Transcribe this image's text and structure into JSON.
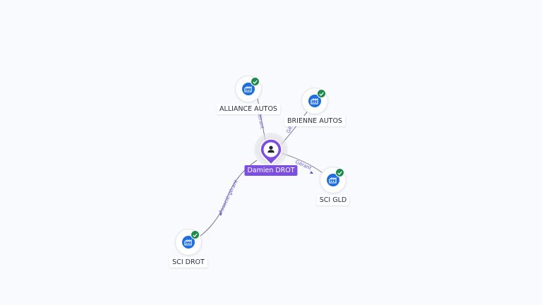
{
  "center": {
    "name": "Damien DROT",
    "icon": "person-icon"
  },
  "companies": [
    {
      "key": "alliance",
      "name": "ALLIANCE AUTOS",
      "icon": "building-icon",
      "verified": true
    },
    {
      "key": "brienne",
      "name": "BRIENNE AUTOS",
      "icon": "building-icon",
      "verified": true
    },
    {
      "key": "scigld",
      "name": "SCI GLD",
      "icon": "building-icon",
      "verified": true
    },
    {
      "key": "scidrot",
      "name": "SCI DROT",
      "icon": "building-icon",
      "verified": true
    }
  ],
  "relations": [
    {
      "from": "Damien DROT",
      "to": "ALLIANCE AUTOS",
      "label": "Gérant"
    },
    {
      "from": "Damien DROT",
      "to": "BRIENNE AUTOS",
      "label": "Gérant"
    },
    {
      "from": "Damien DROT",
      "to": "SCI GLD",
      "label": "Gérant"
    },
    {
      "from": "Damien DROT",
      "to": "SCI DROT",
      "label": "Associé-gérant"
    }
  ],
  "colors": {
    "person": "#7b4fe0",
    "company": "#1f6fde",
    "verified": "#1e8a4c",
    "edge": "#6f6f86",
    "edge_label": "#6b57d6"
  }
}
